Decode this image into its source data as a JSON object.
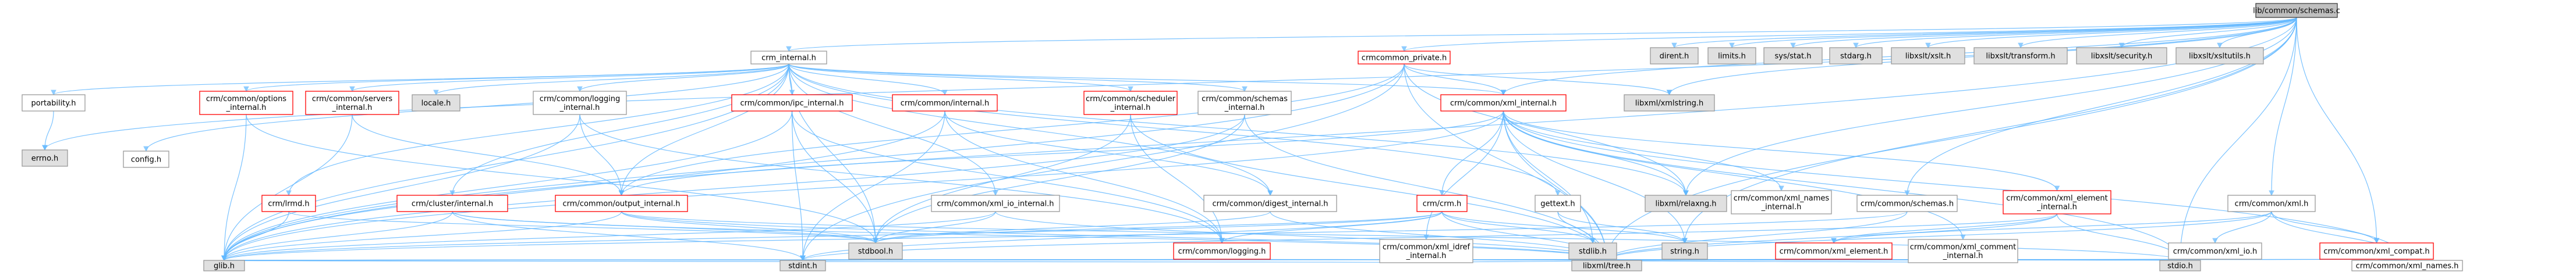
{
  "diagram": {
    "colors": {
      "root_fill": "#bfbfbf",
      "root_stroke": "#404040",
      "sys_fill": "#e0e0e0",
      "sys_stroke": "#999999",
      "src_fill": "#ffffff",
      "src_stroke": "#999999",
      "red_stroke": "#ff0000",
      "edge": "#63b8ff"
    },
    "nodes": [
      {
        "id": "schemas_c",
        "lines": [
          "lib/common/schemas.c"
        ],
        "kind": "root"
      },
      {
        "id": "crm_internal_h",
        "lines": [
          "crm_internal.h"
        ],
        "kind": "src"
      },
      {
        "id": "crmcommon_private_h",
        "lines": [
          "crmcommon_private.h"
        ],
        "kind": "red"
      },
      {
        "id": "dirent_h",
        "lines": [
          "dirent.h"
        ],
        "kind": "sys"
      },
      {
        "id": "limits_h",
        "lines": [
          "limits.h"
        ],
        "kind": "sys"
      },
      {
        "id": "sys_stat_h",
        "lines": [
          "sys/stat.h"
        ],
        "kind": "sys"
      },
      {
        "id": "stdarg_h",
        "lines": [
          "stdarg.h"
        ],
        "kind": "sys"
      },
      {
        "id": "libxslt_xslt_h",
        "lines": [
          "libxslt/xslt.h"
        ],
        "kind": "sys"
      },
      {
        "id": "libxslt_transform_h",
        "lines": [
          "libxslt/transform.h"
        ],
        "kind": "sys"
      },
      {
        "id": "libxslt_security_h",
        "lines": [
          "libxslt/security.h"
        ],
        "kind": "sys"
      },
      {
        "id": "libxslt_xsltutils_h",
        "lines": [
          "libxslt/xsltutils.h"
        ],
        "kind": "sys"
      },
      {
        "id": "portability_h",
        "lines": [
          "portability.h"
        ],
        "kind": "src"
      },
      {
        "id": "errno_h",
        "lines": [
          "errno.h"
        ],
        "kind": "sys"
      },
      {
        "id": "config_h",
        "lines": [
          "config.h"
        ],
        "kind": "src"
      },
      {
        "id": "options_internal_h",
        "lines": [
          "crm/common/options",
          "_internal.h"
        ],
        "kind": "red"
      },
      {
        "id": "servers_internal_h",
        "lines": [
          "crm/common/servers",
          "_internal.h"
        ],
        "kind": "red"
      },
      {
        "id": "locale_h",
        "lines": [
          "locale.h"
        ],
        "kind": "sys"
      },
      {
        "id": "logging_internal_h",
        "lines": [
          "crm/common/logging",
          "_internal.h"
        ],
        "kind": "src"
      },
      {
        "id": "ipc_internal_h",
        "lines": [
          "crm/common/ipc_internal.h"
        ],
        "kind": "red"
      },
      {
        "id": "internal_h",
        "lines": [
          "crm/common/internal.h"
        ],
        "kind": "red"
      },
      {
        "id": "scheduler_internal_h",
        "lines": [
          "crm/common/scheduler",
          "_internal.h"
        ],
        "kind": "red"
      },
      {
        "id": "schemas_internal_h",
        "lines": [
          "crm/common/schemas",
          "_internal.h"
        ],
        "kind": "src"
      },
      {
        "id": "xml_internal_h",
        "lines": [
          "crm/common/xml_internal.h"
        ],
        "kind": "red"
      },
      {
        "id": "libxml_xmlstring_h",
        "lines": [
          "libxml/xmlstring.h"
        ],
        "kind": "sys"
      },
      {
        "id": "lrmd_h",
        "lines": [
          "crm/lrmd.h"
        ],
        "kind": "red"
      },
      {
        "id": "cluster_internal_h",
        "lines": [
          "crm/cluster/internal.h"
        ],
        "kind": "red"
      },
      {
        "id": "output_internal_h",
        "lines": [
          "crm/common/output_internal.h"
        ],
        "kind": "red"
      },
      {
        "id": "xml_io_internal_h",
        "lines": [
          "crm/common/xml_io_internal.h"
        ],
        "kind": "src"
      },
      {
        "id": "digest_internal_h",
        "lines": [
          "crm/common/digest_internal.h"
        ],
        "kind": "src"
      },
      {
        "id": "crm_h",
        "lines": [
          "crm/crm.h"
        ],
        "kind": "red"
      },
      {
        "id": "gettext_h",
        "lines": [
          "gettext.h"
        ],
        "kind": "src"
      },
      {
        "id": "libxml_relaxng_h",
        "lines": [
          "libxml/relaxng.h"
        ],
        "kind": "sys"
      },
      {
        "id": "xml_names_internal_h",
        "lines": [
          "crm/common/xml_names",
          "_internal.h"
        ],
        "kind": "src"
      },
      {
        "id": "schemas_h",
        "lines": [
          "crm/common/schemas.h"
        ],
        "kind": "src"
      },
      {
        "id": "xml_element_internal_h",
        "lines": [
          "crm/common/xml_element",
          "_internal.h"
        ],
        "kind": "red"
      },
      {
        "id": "xml_h",
        "lines": [
          "crm/common/xml.h"
        ],
        "kind": "src"
      },
      {
        "id": "stdbool_h",
        "lines": [
          "stdbool.h"
        ],
        "kind": "sys"
      },
      {
        "id": "logging_h",
        "lines": [
          "crm/common/logging.h"
        ],
        "kind": "red"
      },
      {
        "id": "xml_idref_internal_h",
        "lines": [
          "crm/common/xml_idref",
          "_internal.h"
        ],
        "kind": "src"
      },
      {
        "id": "stdlib_h",
        "lines": [
          "stdlib.h"
        ],
        "kind": "sys"
      },
      {
        "id": "string_h",
        "lines": [
          "string.h"
        ],
        "kind": "sys"
      },
      {
        "id": "xml_element_h",
        "lines": [
          "crm/common/xml_element.h"
        ],
        "kind": "red"
      },
      {
        "id": "xml_comment_internal_h",
        "lines": [
          "crm/common/xml_comment",
          "_internal.h"
        ],
        "kind": "src"
      },
      {
        "id": "xml_io_h",
        "lines": [
          "crm/common/xml_io.h"
        ],
        "kind": "src"
      },
      {
        "id": "xml_compat_h",
        "lines": [
          "crm/common/xml_compat.h"
        ],
        "kind": "red"
      },
      {
        "id": "glib_h",
        "lines": [
          "glib.h"
        ],
        "kind": "sys"
      },
      {
        "id": "stdint_h",
        "lines": [
          "stdint.h"
        ],
        "kind": "sys"
      },
      {
        "id": "libxml_tree_h",
        "lines": [
          "libxml/tree.h"
        ],
        "kind": "sys"
      },
      {
        "id": "stdio_h",
        "lines": [
          "stdio.h"
        ],
        "kind": "sys"
      },
      {
        "id": "xml_names_h",
        "lines": [
          "crm/common/xml_names.h"
        ],
        "kind": "src"
      }
    ],
    "edges": [
      [
        "schemas_c",
        "crm_internal_h"
      ],
      [
        "schemas_c",
        "crmcommon_private_h"
      ],
      [
        "schemas_c",
        "dirent_h"
      ],
      [
        "schemas_c",
        "limits_h"
      ],
      [
        "schemas_c",
        "sys_stat_h"
      ],
      [
        "schemas_c",
        "stdarg_h"
      ],
      [
        "schemas_c",
        "libxslt_xslt_h"
      ],
      [
        "schemas_c",
        "libxslt_transform_h"
      ],
      [
        "schemas_c",
        "libxslt_security_h"
      ],
      [
        "schemas_c",
        "libxslt_xsltutils_h"
      ],
      [
        "schemas_c",
        "errno_h"
      ],
      [
        "schemas_c",
        "string_h"
      ],
      [
        "schemas_c",
        "glib_h"
      ],
      [
        "schemas_c",
        "libxml_relaxng_h"
      ],
      [
        "schemas_c",
        "xml_h"
      ],
      [
        "schemas_c",
        "xml_internal_h"
      ],
      [
        "schemas_c",
        "libxml_xmlstring_h"
      ],
      [
        "schemas_c",
        "schemas_h"
      ],
      [
        "schemas_c",
        "xml_compat_h"
      ],
      [
        "schemas_c",
        "stdio_h"
      ],
      [
        "schemas_c",
        "libxml_tree_h"
      ],
      [
        "crm_internal_h",
        "portability_h"
      ],
      [
        "crm_internal_h",
        "config_h"
      ],
      [
        "crm_internal_h",
        "options_internal_h"
      ],
      [
        "crm_internal_h",
        "servers_internal_h"
      ],
      [
        "crm_internal_h",
        "locale_h"
      ],
      [
        "crm_internal_h",
        "logging_internal_h"
      ],
      [
        "crm_internal_h",
        "ipc_internal_h"
      ],
      [
        "crm_internal_h",
        "internal_h"
      ],
      [
        "crm_internal_h",
        "scheduler_internal_h"
      ],
      [
        "crm_internal_h",
        "schemas_internal_h"
      ],
      [
        "crm_internal_h",
        "xml_internal_h"
      ],
      [
        "crm_internal_h",
        "lrmd_h"
      ],
      [
        "crm_internal_h",
        "cluster_internal_h"
      ],
      [
        "crm_internal_h",
        "output_internal_h"
      ],
      [
        "crm_internal_h",
        "digest_internal_h"
      ],
      [
        "crm_internal_h",
        "gettext_h"
      ],
      [
        "crm_internal_h",
        "glib_h"
      ],
      [
        "crm_internal_h",
        "stdbool_h"
      ],
      [
        "crm_internal_h",
        "libxml_relaxng_h"
      ],
      [
        "crm_internal_h",
        "xml_io_internal_h"
      ],
      [
        "crmcommon_private_h",
        "stdint_h"
      ],
      [
        "crmcommon_private_h",
        "libxml_tree_h"
      ],
      [
        "crmcommon_private_h",
        "libxml_xmlstring_h"
      ],
      [
        "crmcommon_private_h",
        "xml_internal_h"
      ],
      [
        "crmcommon_private_h",
        "output_internal_h"
      ],
      [
        "crmcommon_private_h",
        "glib_h"
      ],
      [
        "crmcommon_private_h",
        "libxml_relaxng_h"
      ],
      [
        "portability_h",
        "errno_h"
      ],
      [
        "options_internal_h",
        "glib_h"
      ],
      [
        "options_internal_h",
        "stdbool_h"
      ],
      [
        "servers_internal_h",
        "glib_h"
      ],
      [
        "servers_internal_h",
        "output_internal_h"
      ],
      [
        "logging_internal_h",
        "glib_h"
      ],
      [
        "logging_internal_h",
        "output_internal_h"
      ],
      [
        "logging_internal_h",
        "logging_h"
      ],
      [
        "ipc_internal_h",
        "glib_h"
      ],
      [
        "ipc_internal_h",
        "stdbool_h"
      ],
      [
        "ipc_internal_h",
        "stdint_h"
      ],
      [
        "ipc_internal_h",
        "logging_h"
      ],
      [
        "internal_h",
        "glib_h"
      ],
      [
        "internal_h",
        "stdint_h"
      ],
      [
        "internal_h",
        "logging_h"
      ],
      [
        "internal_h",
        "digest_internal_h"
      ],
      [
        "scheduler_internal_h",
        "stdbool_h"
      ],
      [
        "scheduler_internal_h",
        "logging_h"
      ],
      [
        "scheduler_internal_h",
        "libxml_tree_h"
      ],
      [
        "schemas_internal_h",
        "glib_h"
      ],
      [
        "schemas_internal_h",
        "libxml_tree_h"
      ],
      [
        "schemas_internal_h",
        "stdbool_h"
      ],
      [
        "xml_internal_h",
        "crm_h"
      ],
      [
        "xml_internal_h",
        "xml_names_internal_h"
      ],
      [
        "xml_internal_h",
        "xml_element_internal_h"
      ],
      [
        "xml_internal_h",
        "stdlib_h"
      ],
      [
        "xml_internal_h",
        "string_h"
      ],
      [
        "xml_internal_h",
        "libxml_relaxng_h"
      ],
      [
        "xml_internal_h",
        "xml_idref_internal_h"
      ],
      [
        "xml_internal_h",
        "xml_comment_internal_h"
      ],
      [
        "xml_internal_h",
        "output_internal_h"
      ],
      [
        "xml_internal_h",
        "libxml_tree_h"
      ],
      [
        "xml_internal_h",
        "stdio_h"
      ],
      [
        "xml_internal_h",
        "glib_h"
      ],
      [
        "xml_internal_h",
        "xml_names_h"
      ],
      [
        "lrmd_h",
        "stdbool_h"
      ],
      [
        "lrmd_h",
        "glib_h"
      ],
      [
        "cluster_internal_h",
        "glib_h"
      ],
      [
        "cluster_internal_h",
        "stdint_h"
      ],
      [
        "cluster_internal_h",
        "stdbool_h"
      ],
      [
        "cluster_internal_h",
        "libxml_tree_h"
      ],
      [
        "output_internal_h",
        "glib_h"
      ],
      [
        "output_internal_h",
        "stdbool_h"
      ],
      [
        "output_internal_h",
        "stdio_h"
      ],
      [
        "output_internal_h",
        "libxml_tree_h"
      ],
      [
        "xml_io_internal_h",
        "glib_h"
      ],
      [
        "xml_io_internal_h",
        "stdbool_h"
      ],
      [
        "xml_io_internal_h",
        "libxml_tree_h"
      ],
      [
        "digest_internal_h",
        "stdbool_h"
      ],
      [
        "digest_internal_h",
        "libxml_tree_h"
      ],
      [
        "crm_h",
        "stdbool_h"
      ],
      [
        "crm_h",
        "stdint_h"
      ],
      [
        "crm_h",
        "stdlib_h"
      ],
      [
        "crm_h",
        "glib_h"
      ],
      [
        "crm_h",
        "libxml_tree_h"
      ],
      [
        "crm_h",
        "logging_h"
      ],
      [
        "crm_h",
        "string_h"
      ],
      [
        "gettext_h",
        "stdlib_h"
      ],
      [
        "gettext_h",
        "string_h"
      ],
      [
        "schemas_h",
        "glib_h"
      ],
      [
        "schemas_h",
        "libxml_tree_h"
      ],
      [
        "xml_element_internal_h",
        "stdio_h"
      ],
      [
        "xml_element_internal_h",
        "stdint_h"
      ],
      [
        "xml_element_internal_h",
        "xml_element_h"
      ],
      [
        "xml_element_internal_h",
        "libxml_tree_h"
      ],
      [
        "xml_h",
        "xml_io_h"
      ],
      [
        "xml_h",
        "xml_compat_h"
      ],
      [
        "xml_h",
        "xml_names_h"
      ],
      [
        "xml_h",
        "xml_element_h"
      ],
      [
        "xml_h",
        "libxml_tree_h"
      ],
      [
        "logging_h",
        "glib_h"
      ],
      [
        "logging_h",
        "stdio_h"
      ],
      [
        "logging_h",
        "libxml_tree_h"
      ],
      [
        "logging_h",
        "stdint_h"
      ],
      [
        "xml_idref_internal_h",
        "glib_h"
      ],
      [
        "xml_idref_internal_h",
        "libxml_tree_h"
      ],
      [
        "xml_element_h",
        "glib_h"
      ],
      [
        "xml_element_h",
        "libxml_tree_h"
      ],
      [
        "xml_comment_internal_h",
        "libxml_tree_h"
      ],
      [
        "xml_io_h",
        "libxml_tree_h"
      ],
      [
        "xml_io_h",
        "glib_h"
      ],
      [
        "xml_compat_h",
        "glib_h"
      ],
      [
        "xml_compat_h",
        "libxml_tree_h"
      ],
      [
        "xml_compat_h",
        "xml_names_h"
      ]
    ]
  }
}
